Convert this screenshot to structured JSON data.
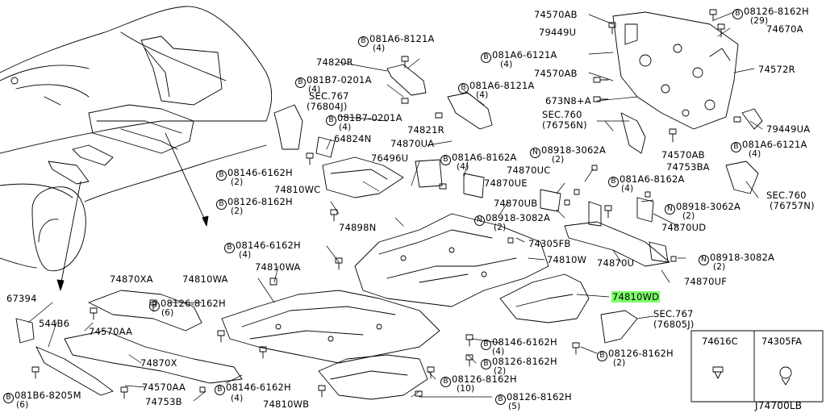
{
  "diagram_code": "J74700LB",
  "bolt_prefix": "B",
  "nut_prefix": "N",
  "legend": {
    "left": "74616C",
    "right": "74305FA"
  },
  "parts": {
    "p74570AB": "74570AB",
    "p08126_8162H_top": "08126-8162H",
    "p08126_8162H_top_qty": "(29)",
    "p79449U": "79449U",
    "p74670A": "74670A",
    "p081A6_6121A_a": "081A6-6121A",
    "p081A6_6121A_a_qty": "(4)",
    "p74572R": "74572R",
    "p74570AB_2": "74570AB",
    "p081A6_8121A_top": "081A6-8121A",
    "p081A6_8121A_top_qty": "(4)",
    "p74820R": "74820R",
    "p081B7_0201A_a": "081B7-0201A",
    "p081B7_0201A_a_qty": "(4)",
    "p081A6_8121A_mid": "081A6-8121A",
    "p081A6_8121A_mid_qty": "(4)",
    "pSEC767_a": "SEC.767",
    "pSEC767_a_sub": "(76804J)",
    "p673N8A": "673N8+A",
    "pSEC760_a": "SEC.760",
    "pSEC760_a_sub": "(76756N)",
    "p79449UA": "79449UA",
    "p081B7_0201A_b": "081B7-0201A",
    "p081B7_0201A_b_qty": "(4)",
    "p74821R": "74821R",
    "p64824N": "64824N",
    "p74870UA": "74870UA",
    "p74570AB_3": "74570AB",
    "p081A6_6121A_b": "081A6-6121A",
    "p081A6_6121A_b_qty": "(4)",
    "p74753BA": "74753BA",
    "p76496U": "76496U",
    "p081A6_8162A_a": "081A6-8162A",
    "p081A6_8162A_a_qty": "(4)",
    "p08918_3062A_a": "08918-3062A",
    "p08918_3062A_a_qty": "(2)",
    "p08146_6162H_a": "08146-6162H",
    "p08146_6162H_a_qty": "(2)",
    "p74810WC": "74810WC",
    "p74870UC": "74870UC",
    "p74870UE": "74870UE",
    "p081A6_8162A_b": "081A6-8162A",
    "p081A6_8162A_b_qty": "(4)",
    "pSEC760_b": "SEC.760",
    "pSEC760_b_sub": "(76757N)",
    "p08126_8162H_a": "08126-8162H",
    "p08126_8162H_a_qty": "(2)",
    "p74870UB": "74870UB",
    "p08918_3062A_b": "08918-3062A",
    "p08918_3062A_b_qty": "(2)",
    "p08918_3082A_a": "08918-3082A",
    "p08918_3082A_a_qty": "(2)",
    "p74870UD": "74870UD",
    "p74898N": "74898N",
    "p74305FB": "74305FB",
    "p08146_6162H_b": "08146-6162H",
    "p08146_6162H_b_qty": "(4)",
    "p74810W": "74810W",
    "p08918_3082A_b": "08918-3082A",
    "p08918_3082A_b_qty": "(2)",
    "p74870U": "74870U",
    "p74810WA_a": "74810WA",
    "p74870UF": "74870UF",
    "p67394": "67394",
    "p74870XA": "74870XA",
    "p74810WA_b": "74810WA",
    "p74810WD": "74810WD",
    "p08126_8162H_b": "08126-8162H",
    "p08126_8162H_b_qty": "(6)",
    "p544B6": "544B6",
    "p74570AA": "74570AA",
    "pSEC767_b": "SEC.767",
    "pSEC767_b_sub": "(76805J)",
    "p08146_6162H_c": "08146-6162H",
    "p08146_6162H_c_qty": "(4)",
    "p74870X": "74870X",
    "p08126_8162H_c": "08126-8162H",
    "p08126_8162H_c_qty": "(2)",
    "p08126_8162H_d": "08126-8162H",
    "p08126_8162H_d_qty": "(2)",
    "p74570AA_2": "74570AA",
    "p08146_6162H_d": "08146-6162H",
    "p08146_6162H_d_qty": "(4)",
    "p08126_8162H_e": "08126-8162H",
    "p08126_8162H_e_qty": "(10)",
    "p081B6_8205M": "081B6-8205M",
    "p081B6_8205M_qty": "(6)",
    "p74753B": "74753B",
    "p74810WB": "74810WB",
    "p08126_8162H_f": "08126-8162H",
    "p08126_8162H_f_qty": "(5)"
  },
  "colors": {
    "line": "#000000",
    "highlight": "#7dff6a",
    "background": "#ffffff"
  }
}
